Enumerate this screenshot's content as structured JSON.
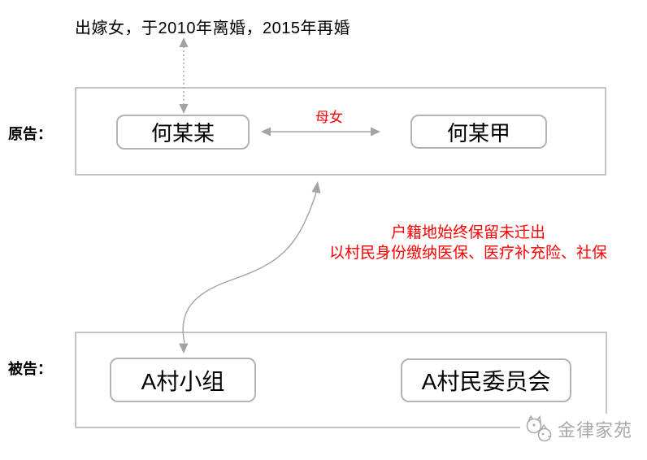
{
  "diagram": {
    "top_annotation": "出嫁女，于2010年离婚，2015年再婚",
    "plaintiff": {
      "label": "原告：",
      "party1": "何某某",
      "party2": "何某甲",
      "relationship": "母女"
    },
    "defendant": {
      "label": "被告：",
      "party1": "A村小组",
      "party2": "A村民委员会"
    },
    "note": {
      "line1": "户籍地始终保留未迁出",
      "line2": "以村民身份缴纳医保、医疗补充险、社保"
    },
    "watermark": {
      "text": "金律家苑",
      "logo": "cat-faces-logo"
    },
    "colors": {
      "accent_red": "#fe0000",
      "group_border": "#c4c4c4",
      "node_border": "#b3b3b3",
      "arrow_gray": "#a3a3a3",
      "text_black": "#000000",
      "watermark_gray": "#a9a9a9"
    }
  }
}
